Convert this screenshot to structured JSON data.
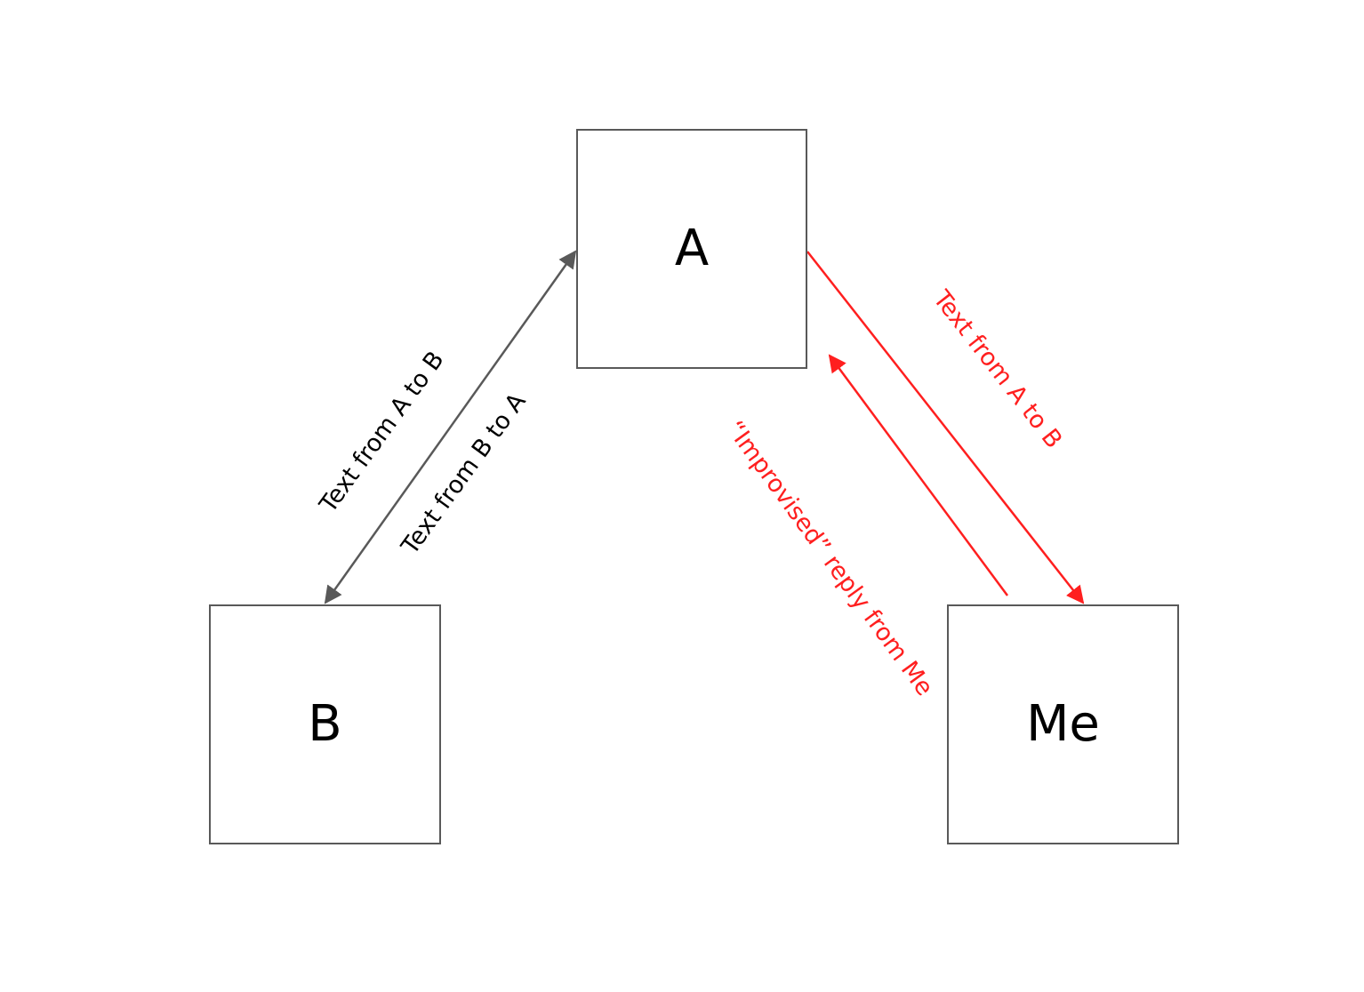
{
  "nodes": {
    "a": {
      "label": "A"
    },
    "b": {
      "label": "B"
    },
    "me": {
      "label": "Me"
    }
  },
  "edges": {
    "b_a_label_upper": "Text from A to B",
    "b_a_label_lower": "Text from B to A",
    "a_me_label": "Text from A to B",
    "me_a_label": "“Improvised” reply from Me"
  },
  "colors": {
    "box_border": "#595959",
    "gray_arrow": "#595959",
    "red_arrow": "#ff1f1f",
    "text": "#000000",
    "red_text": "#ff1f1f"
  }
}
